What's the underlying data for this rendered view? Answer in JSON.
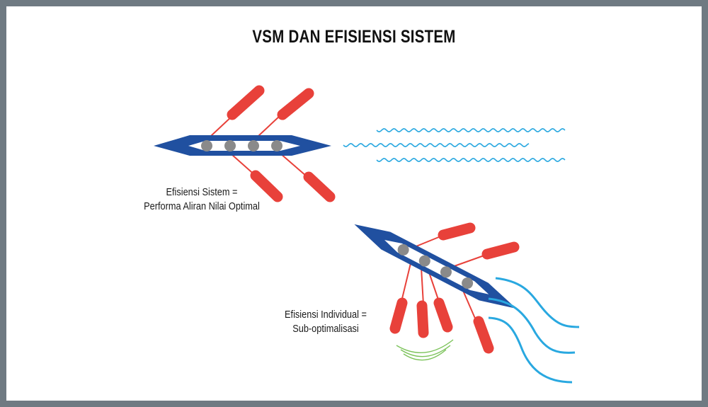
{
  "title": "VSM DAN EFISIENSI SISTEM",
  "system_caption": {
    "line1": "Efisiensi Sistem =",
    "line2": "Performa Aliran Nilai Optimal"
  },
  "individual_caption": {
    "line1": "Efisiensi Individual =",
    "line2": "Sub-optimalisasi"
  },
  "colors": {
    "border": "#6f7a82",
    "boat": "#2050a0",
    "oar": "#e8413a",
    "rower": "#8a8a8a",
    "water": "#29a8e0",
    "noise": "#7cc35a"
  }
}
